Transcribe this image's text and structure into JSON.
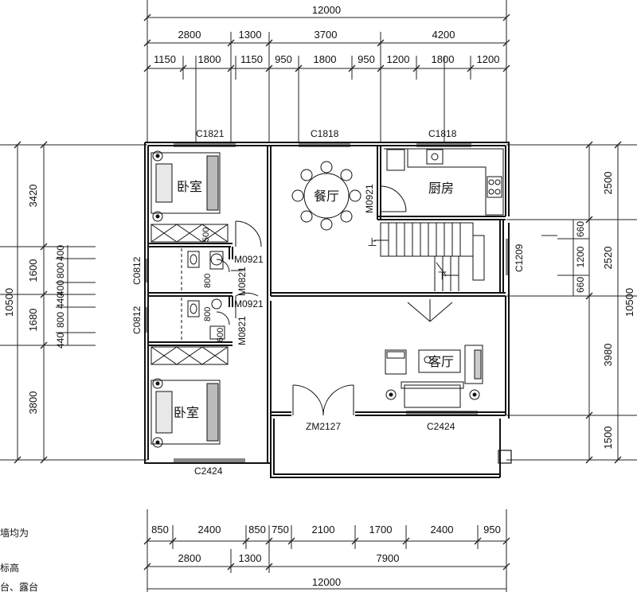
{
  "dims_top": {
    "total": "12000",
    "row2": [
      "2800",
      "1300",
      "3700",
      "4200"
    ],
    "row3": [
      "1150",
      "1800",
      "1150",
      "950",
      "1800",
      "950",
      "1200",
      "1800",
      "1200"
    ]
  },
  "dims_bottom": {
    "row1": [
      "850",
      "2400",
      "850",
      "750",
      "2100",
      "1700",
      "2400",
      "950"
    ],
    "row2": [
      "2800",
      "1300",
      "7900"
    ],
    "total": "12000"
  },
  "dims_left": {
    "total": "10500",
    "segments": [
      "3420",
      "1600",
      "1680",
      "3800"
    ],
    "fine": [
      "400",
      "800",
      "400",
      "440",
      "800",
      "440"
    ]
  },
  "dims_right": {
    "total": "10500",
    "segments": [
      "2500",
      "2520",
      "3980",
      "1500"
    ],
    "fine": [
      "660",
      "1200",
      "660"
    ]
  },
  "rooms": {
    "bedroom_top": "卧室",
    "bedroom_bottom": "卧室",
    "dining": "餐厅",
    "kitchen": "厨房",
    "living": "客厅"
  },
  "openings": {
    "c1821": "C1821",
    "c1818_dining": "C1818",
    "c1818_kitchen": "C1818",
    "c0812_top": "C0812",
    "c0812_bottom": "C0812",
    "c1209": "C1209",
    "c2424_left": "C2424",
    "c2424_right": "C2424",
    "zm2127": "ZM2127",
    "m0921_top": "M0921",
    "m0921_kitchen": "M0921",
    "m0921_mid": "M0921",
    "m0821_top": "M0821",
    "m0821_bottom": "M0821",
    "stair_up": "上",
    "stair_down": "下",
    "wc_800_top": "800",
    "wc_800_mid": "800",
    "wc_600": "600",
    "shelf_500": "500"
  },
  "notes": [
    "墙均为",
    "标高",
    "台、露台"
  ]
}
